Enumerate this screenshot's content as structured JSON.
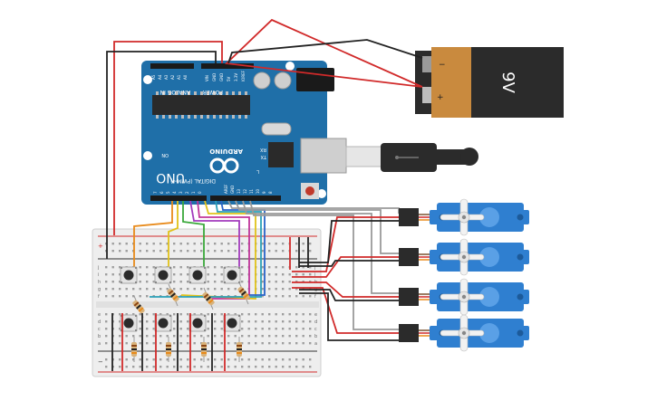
{
  "battery": {
    "label": "9V",
    "plus": "+",
    "minus": "−"
  },
  "arduino": {
    "brand": "ARDUINO",
    "model": "UNO",
    "power_header": "POWER",
    "analog_header": "ANALOG IN",
    "digital_header": "DIGITAL (PWM~)",
    "on_label": "ON",
    "tx_label": "TX",
    "rx_label": "RX",
    "l_label": "L",
    "analog_pins": [
      "A5",
      "A4",
      "A3",
      "A2",
      "A1",
      "A0"
    ],
    "power_pins": [
      "VIN",
      "GND",
      "GND",
      "5V",
      "3.3V",
      "IOREF"
    ],
    "digital_pins": [
      "0",
      "1",
      "2",
      "3",
      "4",
      "5",
      "6",
      "7",
      "8",
      "9",
      "10",
      "11",
      "12",
      "13",
      "GND",
      "AREF"
    ]
  },
  "breadboard": {
    "row_letters_left": [
      "j",
      "i",
      "h",
      "g",
      "f",
      "e",
      "d",
      "c",
      "b",
      "a"
    ],
    "row_letters_right": [
      "j",
      "i",
      "h",
      "g",
      "f",
      "e",
      "d",
      "c",
      "b",
      "a"
    ],
    "rail_plus": "+",
    "rail_minus": "−"
  },
  "components": {
    "pushbuttons": 8,
    "resistors": 8,
    "servos": 4
  },
  "colors": {
    "arduino_blue": "#1f6fa8",
    "battery_orange": "#c98a3e",
    "battery_dark": "#2b2b2b",
    "servo_blue": "#2f7fd0",
    "wire_red": "#d12a2a",
    "wire_black": "#222222",
    "wire_gray": "#9a9a9a",
    "wire_orange": "#e88a1a",
    "wire_yellow": "#e0c21a",
    "wire_green": "#3aa83a",
    "wire_purple": "#a23bbd",
    "wire_magenta": "#c0349a",
    "wire_teal": "#2aa0b8",
    "wire_blue": "#2a63c8"
  }
}
